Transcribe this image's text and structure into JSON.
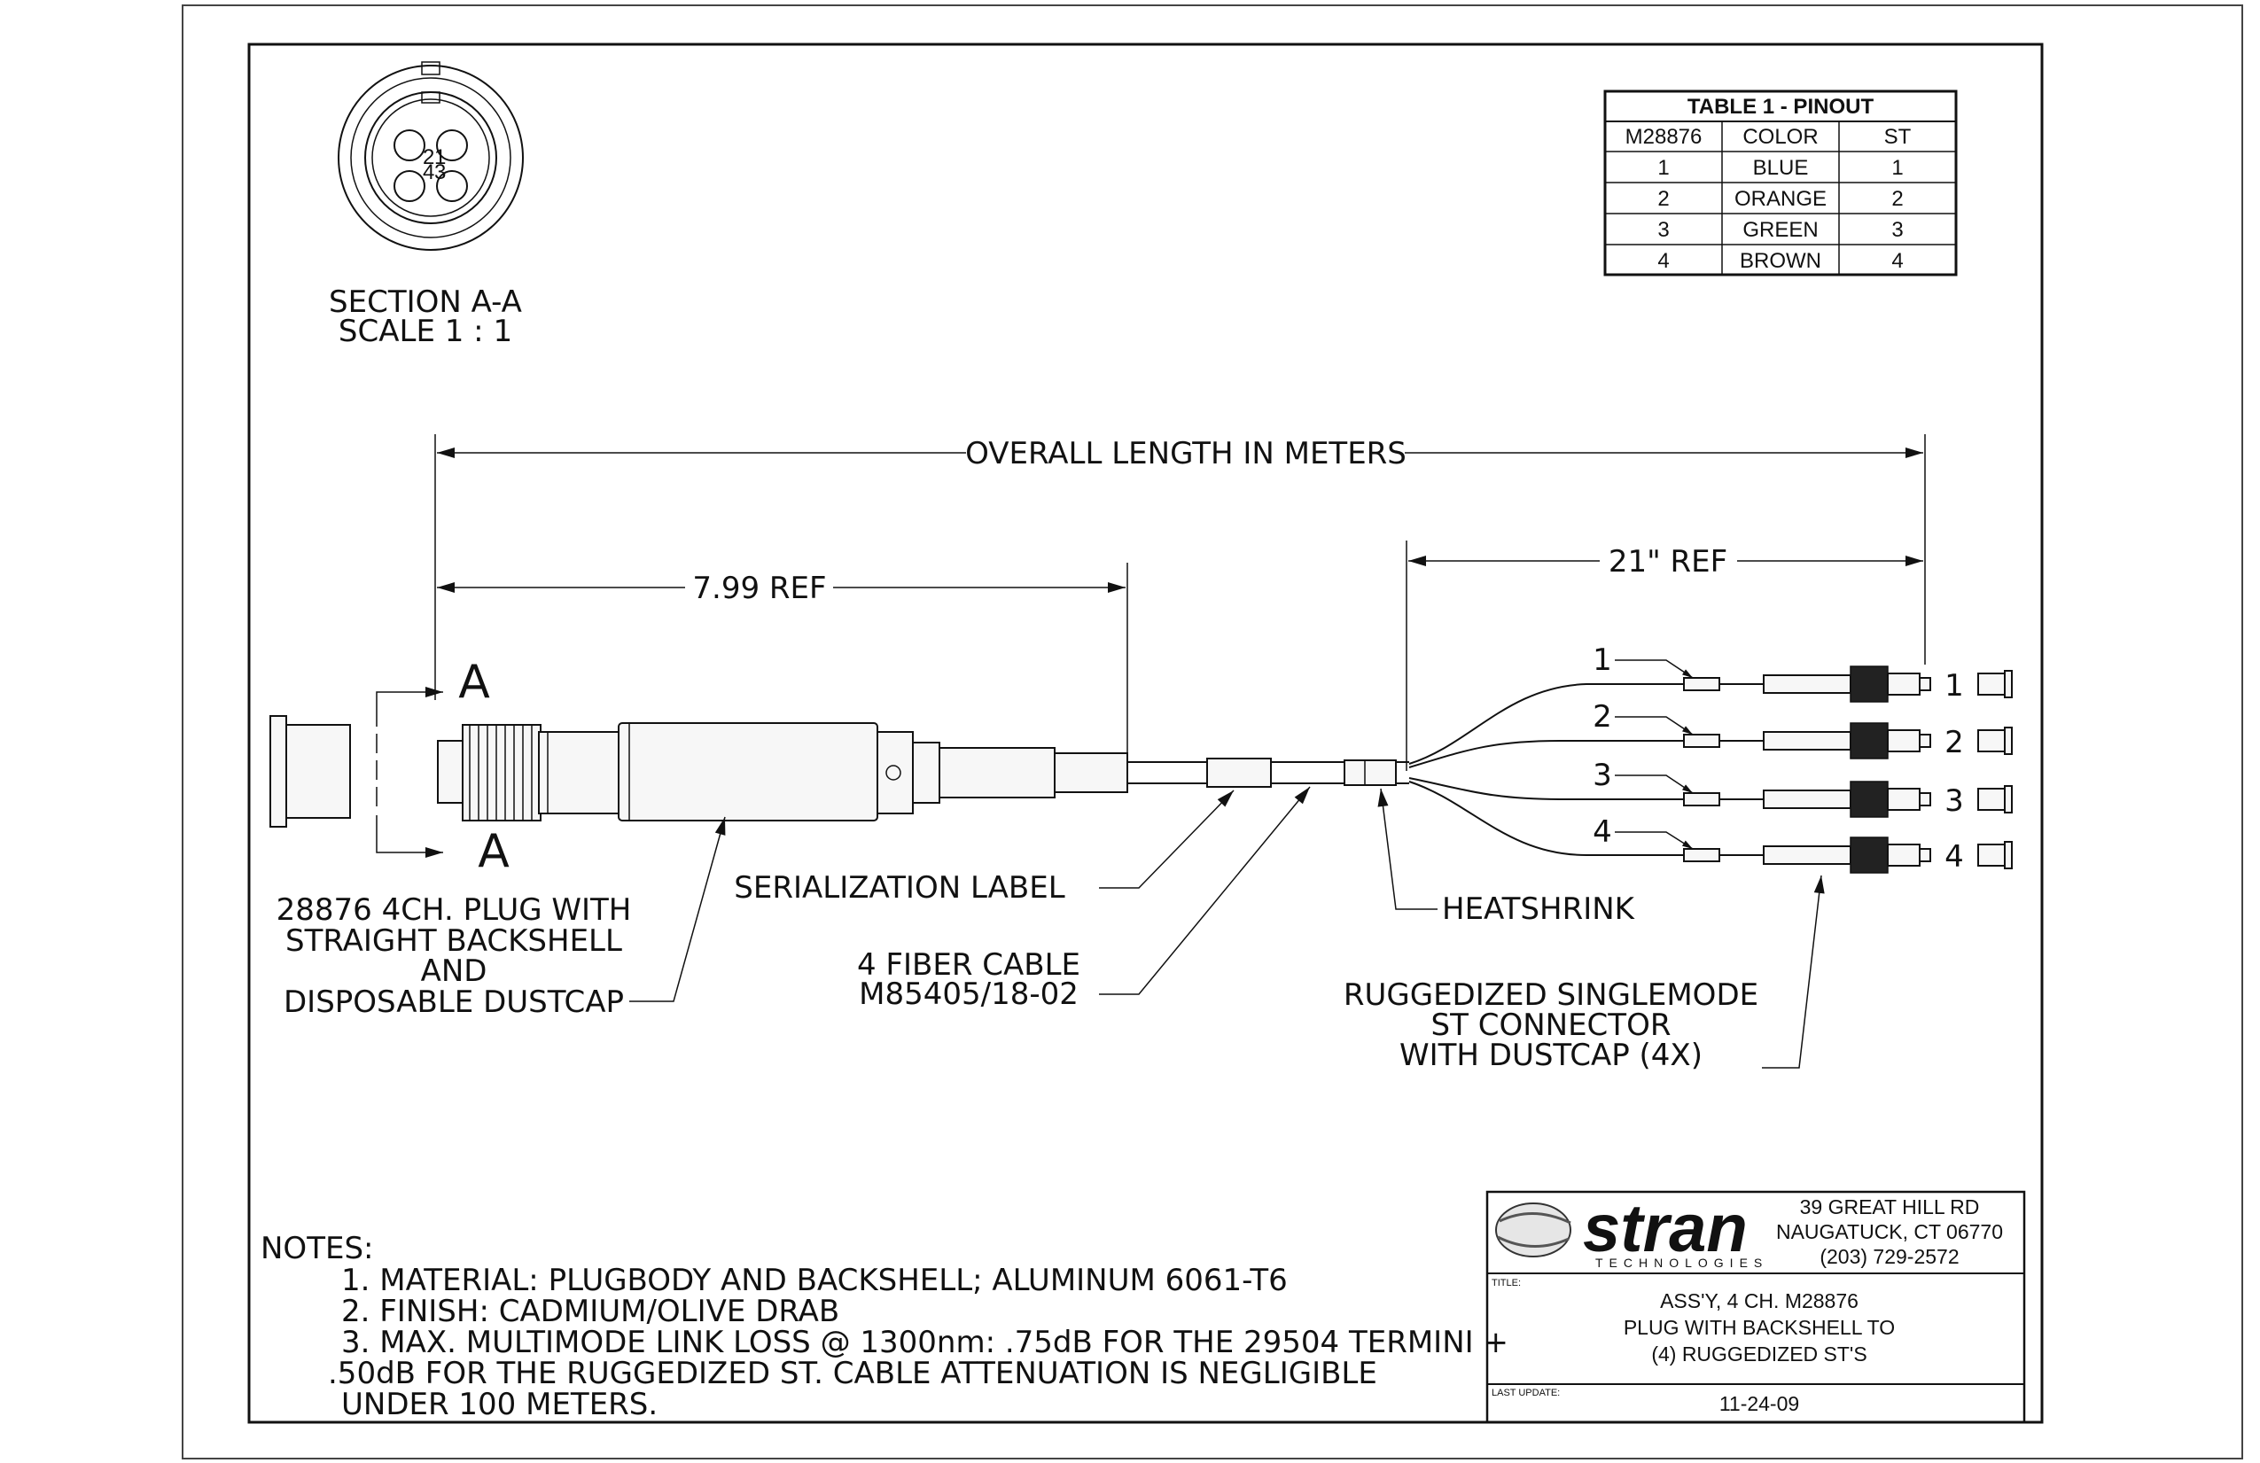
{
  "section": {
    "title": "SECTION A-A",
    "scale": "SCALE 1 : 1",
    "pin_numbers": [
      "2",
      "1",
      "4",
      "3"
    ]
  },
  "pinout_table": {
    "title": "TABLE 1 - PINOUT",
    "headers": [
      "M28876",
      "COLOR",
      "ST"
    ],
    "rows": [
      [
        "1",
        "BLUE",
        "1"
      ],
      [
        "2",
        "ORANGE",
        "2"
      ],
      [
        "3",
        "GREEN",
        "3"
      ],
      [
        "4",
        "BROWN",
        "4"
      ]
    ]
  },
  "dimensions": {
    "overall": "OVERALL LENGTH IN METERS",
    "ref_799": "7.99 REF",
    "ref_21": "21\" REF"
  },
  "section_marks": [
    "A",
    "A"
  ],
  "callouts": {
    "plug": [
      "28876 4CH. PLUG WITH",
      "STRAIGHT BACKSHELL",
      "AND",
      "DISPOSABLE DUSTCAP"
    ],
    "serialization": "SERIALIZATION LABEL",
    "cable": [
      "4 FIBER CABLE",
      "M85405/18-02"
    ],
    "heatshrink": "HEATSHRINK",
    "connector": [
      "RUGGEDIZED SINGLEMODE",
      "ST CONNECTOR",
      "WITH DUSTCAP (4X)"
    ]
  },
  "breakout_labels": [
    "1",
    "2",
    "3",
    "4"
  ],
  "connector_labels": [
    "1",
    "2",
    "3",
    "4"
  ],
  "notes": {
    "heading": "NOTES:",
    "lines": [
      "1. MATERIAL: PLUGBODY AND BACKSHELL; ALUMINUM 6061-T6",
      "2. FINISH: CADMIUM/OLIVE DRAB",
      "3. MAX. MULTIMODE LINK LOSS @ 1300nm: .75dB FOR THE 29504 TERMINI +",
      ".50dB FOR THE RUGGEDIZED ST.  CABLE ATTENUATION IS NEGLIGIBLE",
      "UNDER 100 METERS."
    ]
  },
  "title_block": {
    "logo_text": "stran",
    "logo_sub": "TECHNOLOGIES",
    "address": [
      "39 GREAT HILL RD",
      "NAUGATUCK, CT 06770",
      "(203) 729-2572"
    ],
    "title_label": "TITLE:",
    "title": [
      "ASS'Y, 4 CH. M28876",
      "PLUG WITH BACKSHELL TO",
      "(4) RUGGEDIZED ST'S"
    ],
    "update_label": "LAST UPDATE:",
    "update": "11-24-09"
  }
}
